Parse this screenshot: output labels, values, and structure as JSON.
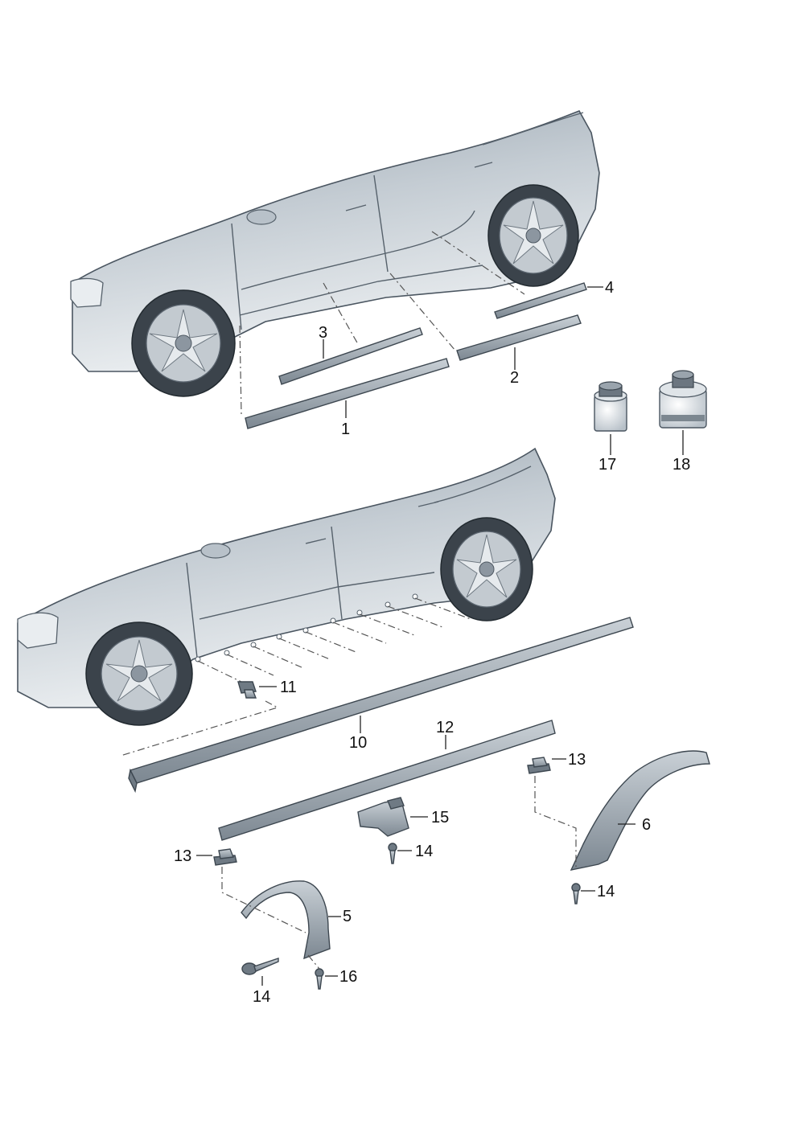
{
  "callouts": [
    {
      "id": "p1",
      "text": "1"
    },
    {
      "id": "p2",
      "text": "2"
    },
    {
      "id": "p3",
      "text": "3"
    },
    {
      "id": "p4",
      "text": "4"
    },
    {
      "id": "p5",
      "text": "5"
    },
    {
      "id": "p6",
      "text": "6"
    },
    {
      "id": "p10",
      "text": "10"
    },
    {
      "id": "p11",
      "text": "11"
    },
    {
      "id": "p12",
      "text": "12"
    },
    {
      "id": "p13a",
      "text": "13"
    },
    {
      "id": "p13b",
      "text": "13"
    },
    {
      "id": "p14a",
      "text": "14"
    },
    {
      "id": "p14b",
      "text": "14"
    },
    {
      "id": "p14c",
      "text": "14"
    },
    {
      "id": "p15",
      "text": "15"
    },
    {
      "id": "p16",
      "text": "16"
    },
    {
      "id": "p17",
      "text": "17"
    },
    {
      "id": "p18",
      "text": "18"
    }
  ],
  "colors": {
    "body_light": "#dde3e8",
    "body_dark": "#8e9aa4",
    "part_fill": "#9aa5ae",
    "outline": "#3d4750"
  }
}
